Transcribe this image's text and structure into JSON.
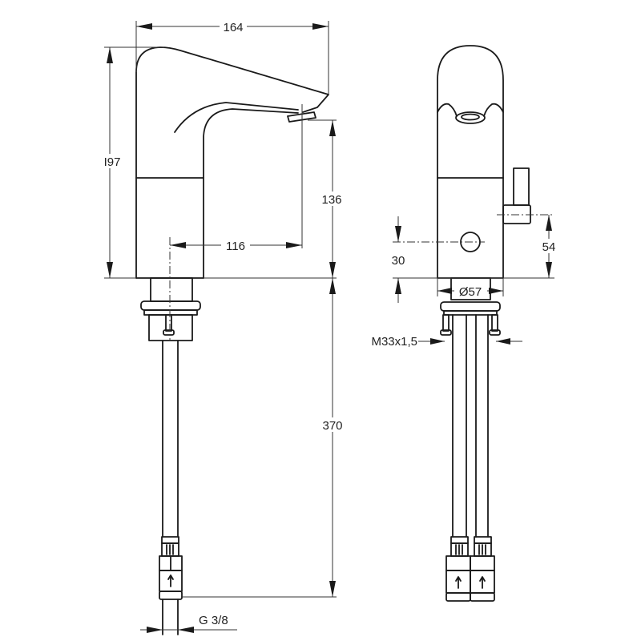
{
  "drawing": {
    "views": [
      "side-view",
      "front-view"
    ],
    "dimensions": {
      "overall_length": "164",
      "overall_height": "I97",
      "spout_height": "136",
      "spout_reach": "116",
      "hose_length": "370",
      "hose_thread": "G 3/8",
      "sensor_height": "30",
      "lever_height": "54",
      "base_diameter": "Ø57",
      "mounting_thread": "M33x1,5"
    },
    "line_color": "#1a1a1a"
  }
}
